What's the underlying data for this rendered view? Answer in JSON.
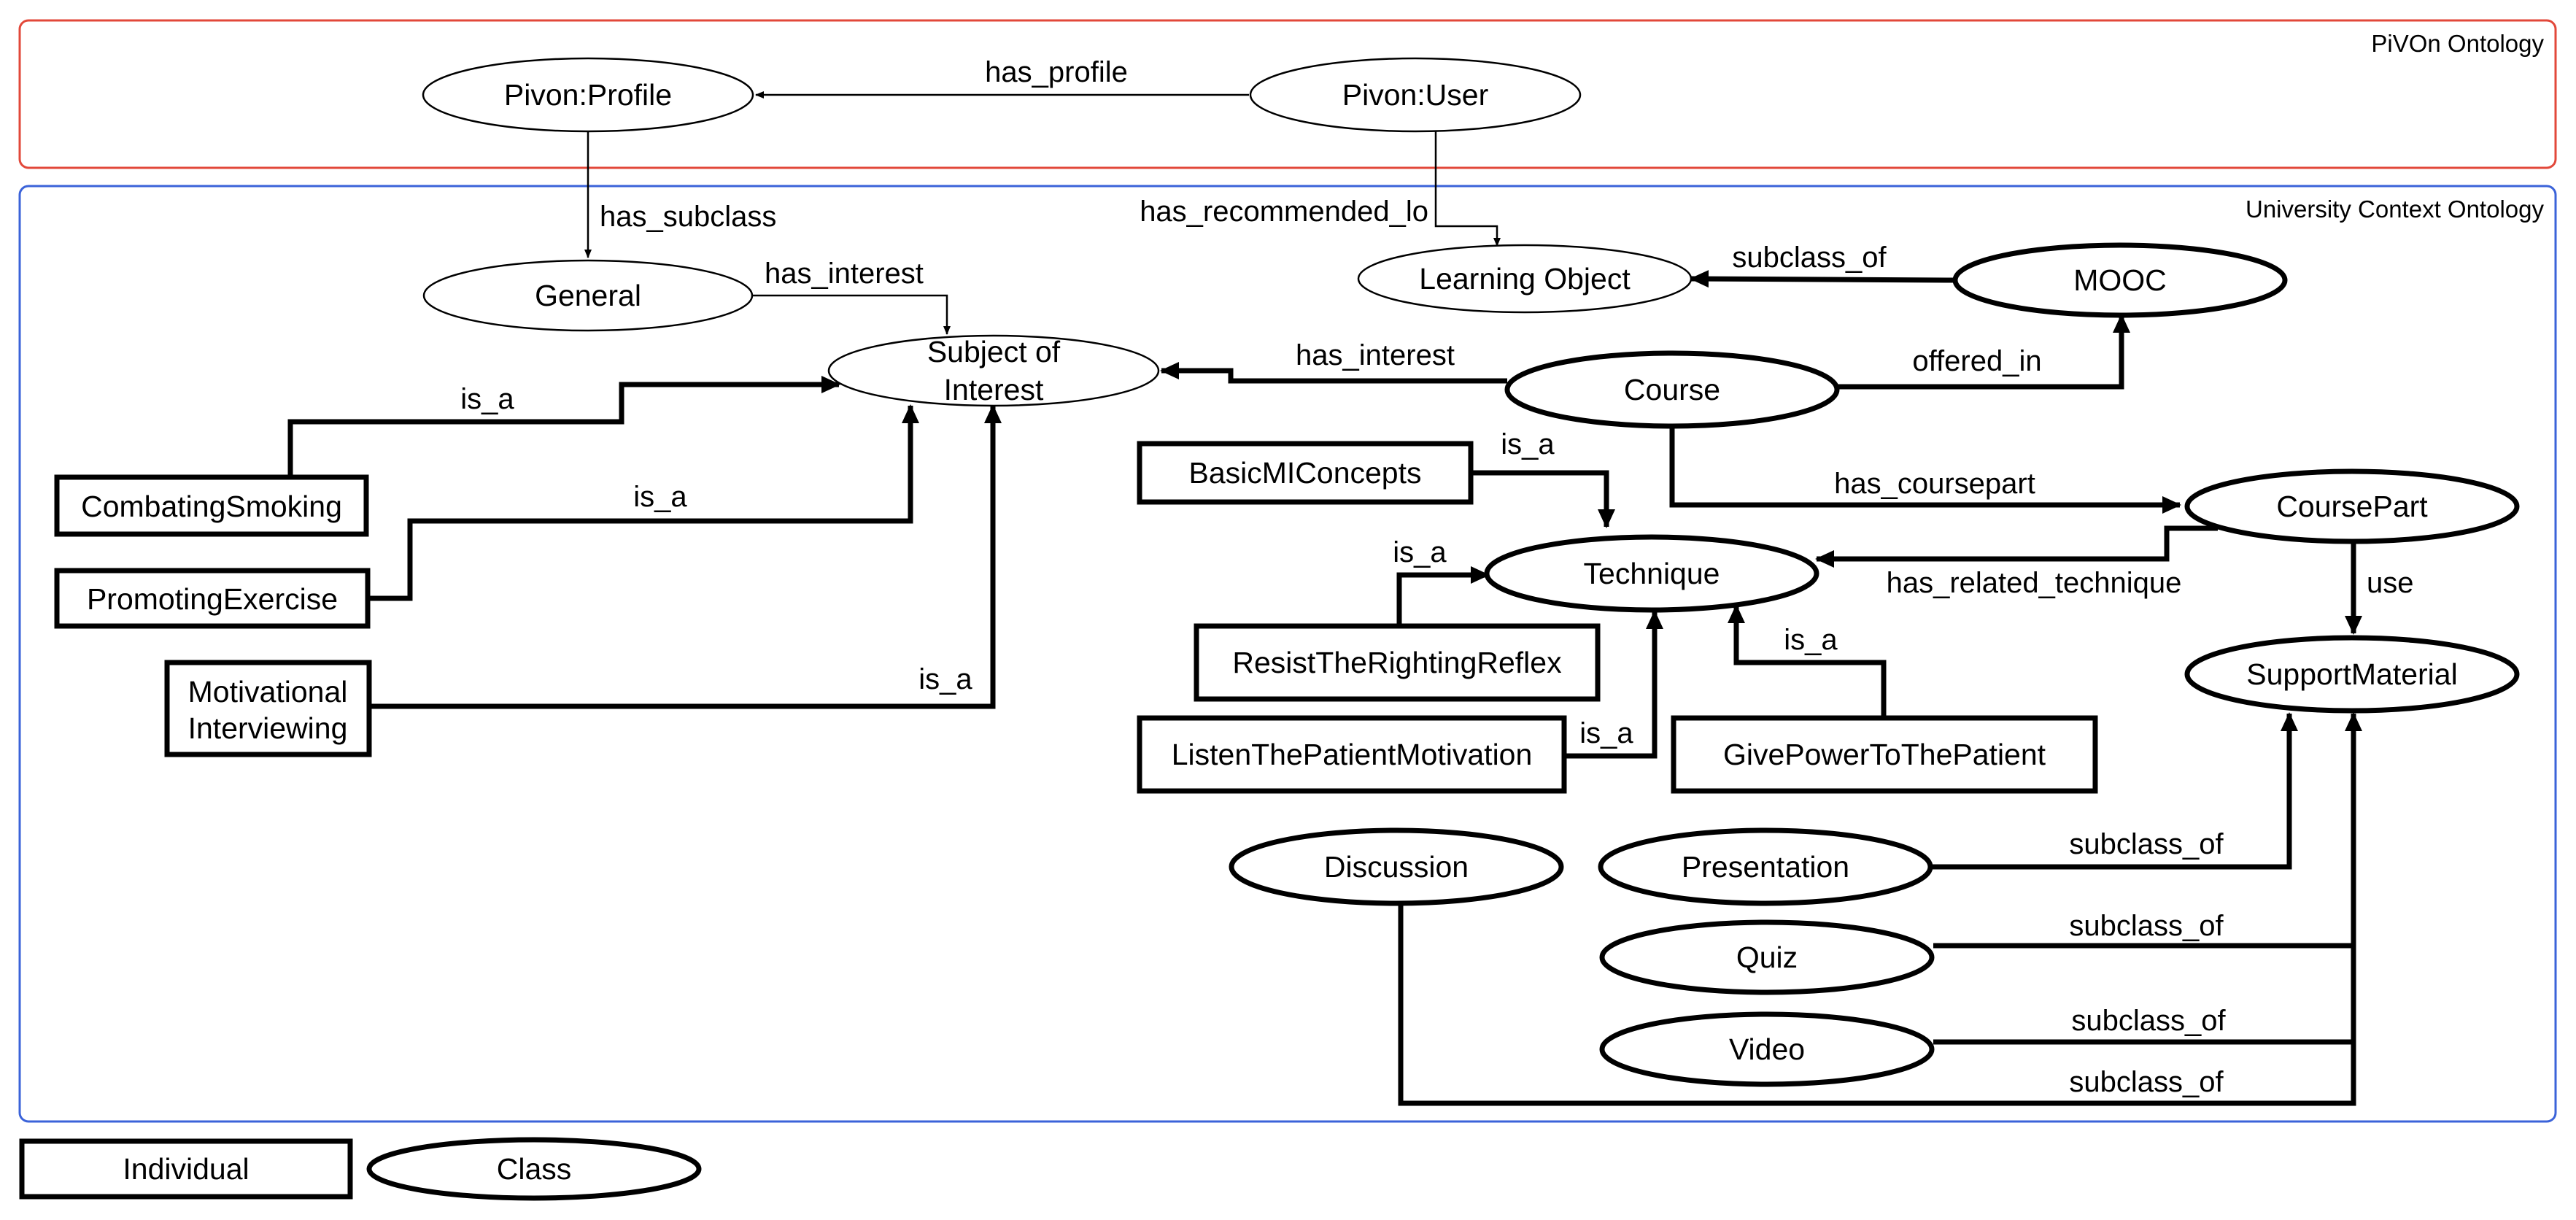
{
  "colors": {
    "pivon_frame": "#e2483a",
    "university_frame": "#3b63d9",
    "ink": "#000000",
    "background": "#ffffff"
  },
  "frames": {
    "pivon": {
      "title": "PiVOn Ontology"
    },
    "university": {
      "title": "University Context Ontology"
    }
  },
  "nodes": {
    "pivon_profile": {
      "label": "Pivon:Profile",
      "kind": "class"
    },
    "pivon_user": {
      "label": "Pivon:User",
      "kind": "class"
    },
    "general": {
      "label": "General",
      "kind": "class"
    },
    "subject_of_interest": {
      "label_lines": [
        "Subject of",
        "Interest"
      ],
      "kind": "class"
    },
    "learning_object": {
      "label": "Learning Object",
      "kind": "class"
    },
    "mooc": {
      "label": "MOOC",
      "kind": "class"
    },
    "course": {
      "label": "Course",
      "kind": "class"
    },
    "coursepart": {
      "label": "CoursePart",
      "kind": "class"
    },
    "technique": {
      "label": "Technique",
      "kind": "class"
    },
    "support_material": {
      "label": "SupportMaterial",
      "kind": "class"
    },
    "discussion": {
      "label": "Discussion",
      "kind": "class"
    },
    "presentation": {
      "label": "Presentation",
      "kind": "class"
    },
    "quiz": {
      "label": "Quiz",
      "kind": "class"
    },
    "video": {
      "label": "Video",
      "kind": "class"
    },
    "combating_smoking": {
      "label": "CombatingSmoking",
      "kind": "individual"
    },
    "promoting_exercise": {
      "label": "PromotingExercise",
      "kind": "individual"
    },
    "motivational_interviewing": {
      "label_lines": [
        "Motivational",
        "Interviewing"
      ],
      "kind": "individual"
    },
    "basic_mi_concepts": {
      "label": "BasicMIConcepts",
      "kind": "individual"
    },
    "resist_the_righting_reflex": {
      "label": "ResistTheRightingReflex",
      "kind": "individual"
    },
    "listen_the_patient_motivation": {
      "label": "ListenThePatientMotivation",
      "kind": "individual"
    },
    "give_power_to_the_patient": {
      "label": "GivePowerToThePatient",
      "kind": "individual"
    }
  },
  "edges": {
    "user_has_profile": {
      "label": "has_profile",
      "from": "Pivon:User",
      "to": "Pivon:Profile"
    },
    "profile_has_subclass": {
      "label": "has_subclass",
      "from": "Pivon:Profile",
      "to": "General"
    },
    "user_has_recommended_lo": {
      "label": "has_recommended_lo",
      "from": "Pivon:User",
      "to": "Learning Object"
    },
    "general_has_interest": {
      "label": "has_interest",
      "from": "General",
      "to": "Subject of Interest"
    },
    "mooc_subclass_of_lo": {
      "label": "subclass_of",
      "from": "MOOC",
      "to": "Learning Object"
    },
    "course_has_interest": {
      "label": "has_interest",
      "from": "Course",
      "to": "Subject of Interest"
    },
    "course_offered_in": {
      "label": "offered_in",
      "from": "Course",
      "to": "MOOC"
    },
    "smoking_is_a": {
      "label": "is_a",
      "from": "CombatingSmoking",
      "to": "Subject of Interest"
    },
    "exercise_is_a": {
      "label": "is_a",
      "from": "PromotingExercise",
      "to": "Subject of Interest"
    },
    "mi_is_a": {
      "label": "is_a",
      "from": "Motivational Interviewing",
      "to": "Subject of Interest"
    },
    "basicmi_is_a": {
      "label": "is_a",
      "from": "BasicMIConcepts",
      "to": "Technique"
    },
    "course_has_coursepart": {
      "label": "has_coursepart",
      "from": "Course",
      "to": "CoursePart"
    },
    "coursepart_has_related_technique": {
      "label": "has_related_technique",
      "from": "CoursePart",
      "to": "Technique"
    },
    "coursepart_use": {
      "label": "use",
      "from": "CoursePart",
      "to": "SupportMaterial"
    },
    "resist_is_a": {
      "label": "is_a",
      "from": "ResistTheRightingReflex",
      "to": "Technique"
    },
    "listen_is_a": {
      "label": "is_a",
      "from": "ListenThePatientMotivation",
      "to": "Technique"
    },
    "givepower_is_a": {
      "label": "is_a",
      "from": "GivePowerToThePatient",
      "to": "Technique"
    },
    "presentation_subclass_of": {
      "label": "subclass_of",
      "from": "Presentation",
      "to": "SupportMaterial"
    },
    "quiz_subclass_of": {
      "label": "subclass_of",
      "from": "Quiz",
      "to": "SupportMaterial"
    },
    "video_subclass_of": {
      "label": "subclass_of",
      "from": "Video",
      "to": "SupportMaterial"
    },
    "discussion_subclass_of": {
      "label": "subclass_of",
      "from": "Discussion",
      "to": "SupportMaterial"
    }
  },
  "legend": {
    "individual": "Individual",
    "class": "Class"
  }
}
